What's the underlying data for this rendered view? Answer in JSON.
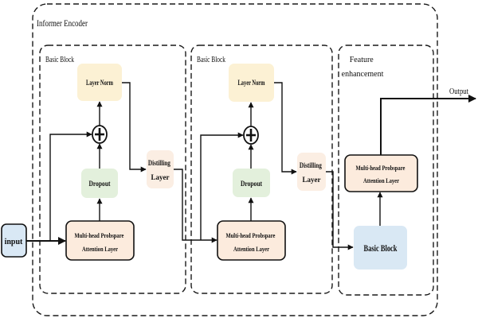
{
  "diagram": {
    "title": "Informer Encoder",
    "input": "input",
    "output": "Output",
    "blocks": [
      {
        "label": "Basic Block",
        "layer_norm": "Layer Norm",
        "dropout": "Dropout",
        "attention": [
          "Multi-head Probspare",
          "Attention Layer"
        ],
        "distilling": [
          "Distilling",
          "Layer"
        ]
      },
      {
        "label": "Basic Block",
        "layer_norm": "Layer Norm",
        "dropout": "Dropout",
        "attention": [
          "Multi-head Probspare",
          "Attention Layer"
        ],
        "distilling": [
          "Distilling",
          "Layer"
        ]
      }
    ],
    "feature": {
      "label": [
        "Feature",
        "enhancement"
      ],
      "attention": [
        "Multi-head Probspare",
        "Attention Layer"
      ],
      "basic_block": "Basic Block"
    }
  },
  "colors": {
    "layer_norm": "#fcf1d4",
    "dropout": "#e3f0dc",
    "distilling": "#fbeee3",
    "attention": "#fcebdd",
    "input": "#d9e8f5",
    "basic_block": "#d9e8f4"
  }
}
